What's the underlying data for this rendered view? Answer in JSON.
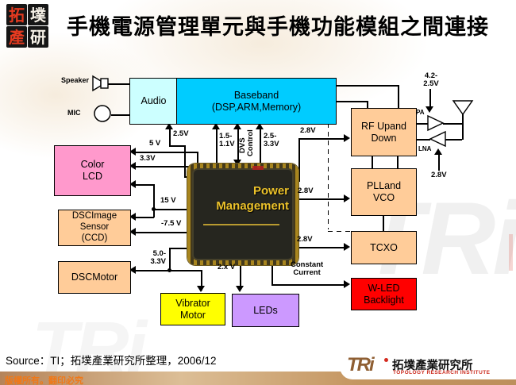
{
  "header": {
    "logo_chars": [
      "拓",
      "墣",
      "產",
      "研"
    ],
    "title": "手機電源管理單元與手機功能模組之間連接"
  },
  "blocks": {
    "audio": "Audio",
    "baseband_line1": "Baseband",
    "baseband_line2": "(DSP,ARM,Memory)",
    "lcd_line1": "Color",
    "lcd_line2": "LCD",
    "sensor_line1": "DSCImage",
    "sensor_line2": "Sensor",
    "sensor_line3": "(CCD)",
    "motor": "DSCMotor",
    "vibrator_line1": "Vibrator",
    "vibrator_line2": "Motor",
    "leds": "LEDs",
    "chip_line1": "Power",
    "chip_line2": "Management",
    "rf_line1": "RF Upand",
    "rf_line2": "Down",
    "pll_line1": "PLLand",
    "pll_line2": "VCO",
    "tcxo": "TCXO",
    "wled_line1": "W-LED",
    "wled_line2": "Backlight"
  },
  "labels": {
    "speaker": "Speaker",
    "mic": "MIC",
    "v25_audio": "2.5V",
    "v5": "5 V",
    "v33": "3.3V",
    "v15": "15 V",
    "vneg75": "-7.5 V",
    "v5033_line1": "5.0-",
    "v5033_line2": "3.3V",
    "v2x": "2.x V",
    "v1511_line1": "1.5-",
    "v1511_line2": "1.1V",
    "dvs": "DVS",
    "control": "Control",
    "v2533_line1": "2.5-",
    "v2533_line2": "3.3V",
    "v28_rf": "2.8V",
    "v28_pll": "2.8V",
    "v28_tcxo": "2.8V",
    "v28_lna": "2.8V",
    "v4225_line1": "4.2-",
    "v4225_line2": "2.5V",
    "constant_line1": "Constant",
    "constant_line2": "Current",
    "pa": "PA",
    "lna": "LNA"
  },
  "footer": {
    "source": "Source：TI；拓墣產業研究所整理，2006/12",
    "copyright": "版權所有。翻印必究",
    "tri_logo": "TRi",
    "tri_cn": "拓墣產業研究所",
    "tri_en": "TOPOLOGY RESEARCH INSTITUTE"
  },
  "watermark": "TRi",
  "colors": {
    "baseband": "#00ccff",
    "audio": "#ccffff",
    "lcd": "#ff99cc",
    "tan": "#ffcc99",
    "vibrator": "#ffff00",
    "leds": "#cc99ff",
    "wled": "#ff0000",
    "chip_text": "#ecc22a",
    "logo_red": "#e53a20",
    "copyright_orange": "#f07818",
    "tri_brown": "#8f5f33",
    "tri_red": "#cc2b1e"
  }
}
